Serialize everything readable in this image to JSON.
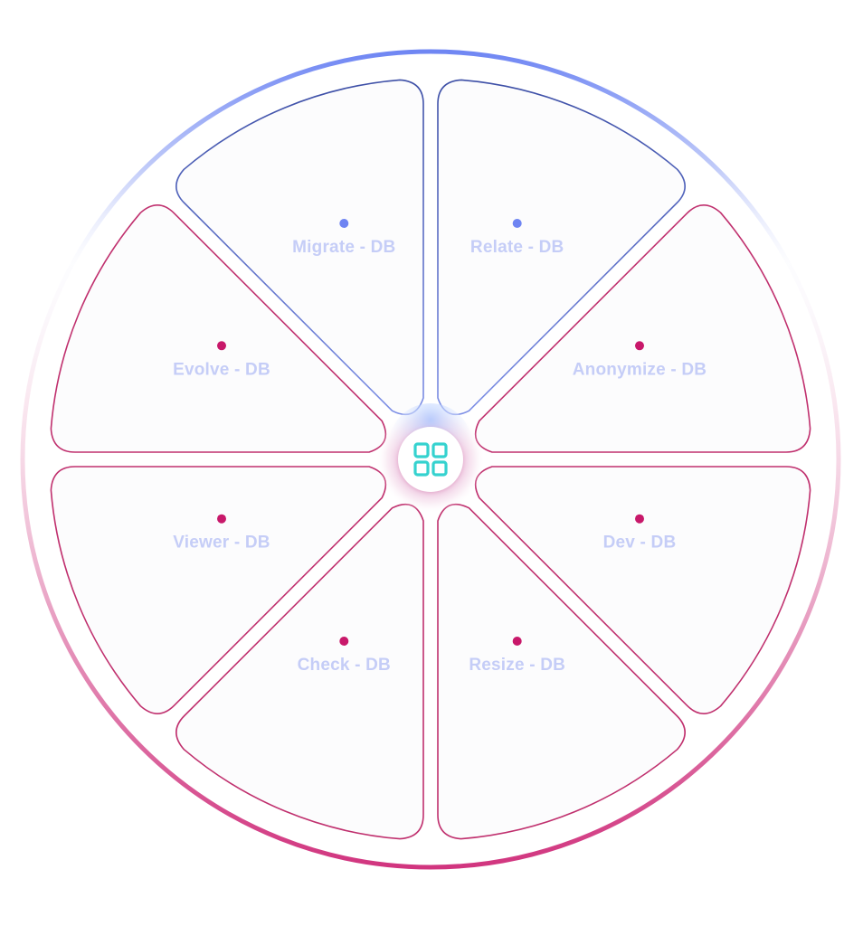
{
  "colors": {
    "rim_top": "#6f86f3",
    "rim_bottom": "#d1357f",
    "blue_outline": "#3d4fa6",
    "blue_outline_light": "#7d8fe6",
    "pink_outline": "#c0306e",
    "label_text": "#c5cdf7",
    "blue_dot": "#6e84f2",
    "pink_dot": "#c8186a",
    "hub_icon": "#35d2cf",
    "segment_fill": "#fcfcfd"
  },
  "hub": {
    "icon": "apps-grid-icon"
  },
  "segments": [
    {
      "id": "relate",
      "label": "Relate - DB",
      "theme": "blue"
    },
    {
      "id": "anonymize",
      "label": "Anonymize - DB",
      "theme": "pink"
    },
    {
      "id": "dev",
      "label": "Dev - DB",
      "theme": "pink"
    },
    {
      "id": "resize",
      "label": "Resize - DB",
      "theme": "pink"
    },
    {
      "id": "check",
      "label": "Check - DB",
      "theme": "pink"
    },
    {
      "id": "viewer",
      "label": "Viewer - DB",
      "theme": "pink"
    },
    {
      "id": "evolve",
      "label": "Evolve - DB",
      "theme": "pink"
    },
    {
      "id": "migrate",
      "label": "Migrate - DB",
      "theme": "blue"
    }
  ]
}
